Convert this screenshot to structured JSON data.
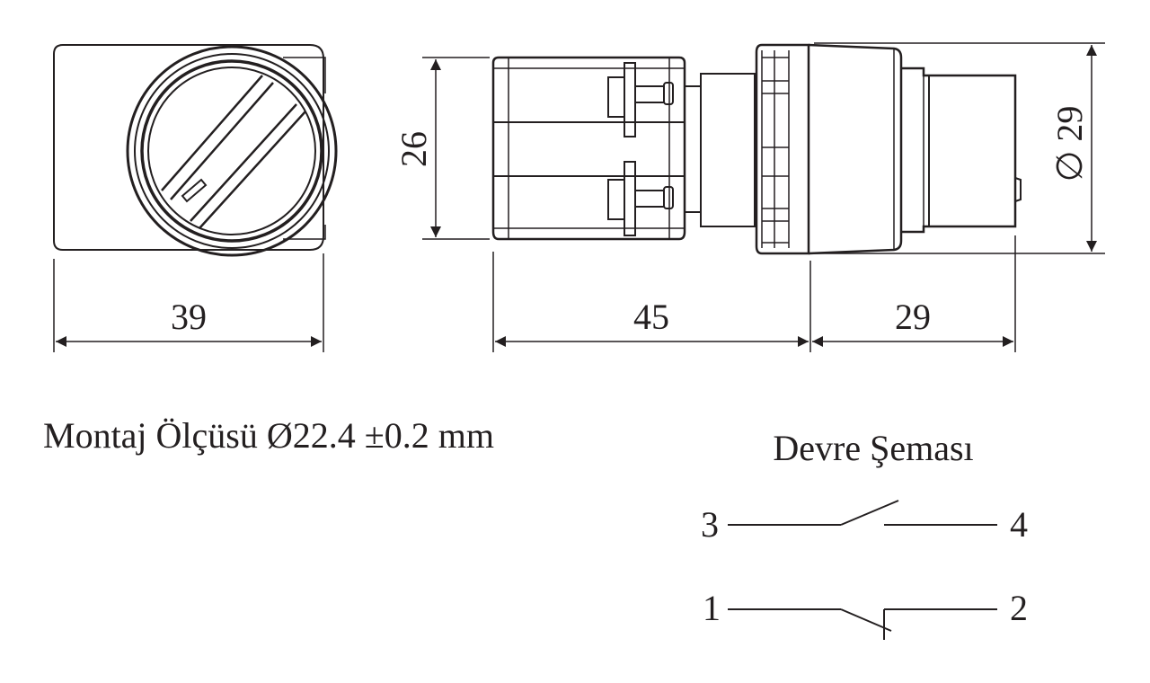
{
  "dimensions": {
    "front_width": "39",
    "body_length": "45",
    "head_length": "29",
    "body_height": "26",
    "head_diameter": "∅ 29"
  },
  "mounting_note": "Montaj Ölçüsü Ø22.4 ±0.2 mm",
  "circuit": {
    "title": "Devre Şeması",
    "contacts": [
      {
        "left_terminal": "3",
        "right_terminal": "4",
        "state": "normally-open"
      },
      {
        "left_terminal": "1",
        "right_terminal": "2",
        "state": "normally-closed"
      }
    ]
  },
  "colors": {
    "ink": "#231f20",
    "background": "#ffffff"
  }
}
